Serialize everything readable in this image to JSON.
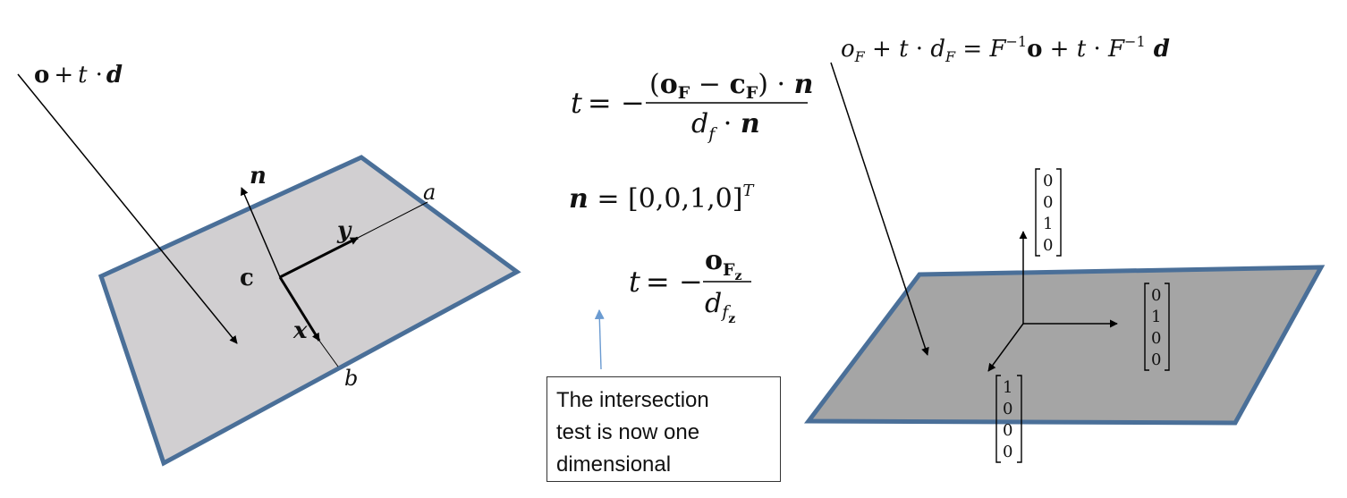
{
  "left_panel": {
    "ray_label": {
      "o": "o",
      "plus": "+",
      "t": "t",
      "dot": "·",
      "d": "d"
    },
    "normal_label": "n",
    "center_label": "c",
    "axis_x_label": "x",
    "axis_y_label": "y",
    "corner_a_label": "a",
    "corner_b_label": "b",
    "plane_fill": "#d1cfd1",
    "plane_stroke": "#4a6f98"
  },
  "middle_panel": {
    "eq1": {
      "lhs": "t",
      "eq": "= −",
      "num_open": "(",
      "o": "o",
      "sub_F": "F",
      "minus": " − ",
      "c": "c",
      "sub_F2": "F",
      "num_close": ")",
      "num_dot": " · ",
      "n": "n",
      "den_d": "d",
      "den_sub": "f",
      "den_dot": " · ",
      "den_n": "n"
    },
    "eq2": {
      "n": "n",
      "eq": " = ",
      "vector": "[0,0,1,0]",
      "sup": "T"
    },
    "eq3": {
      "lhs": "t",
      "eq": "= −",
      "num_o": "o",
      "num_sub_F": "F",
      "num_sub_z": "z",
      "den_d": "d",
      "den_sub_f": "f",
      "den_sub_z": "z"
    },
    "note_lines": [
      "The intersection",
      "test is now one",
      "dimensional"
    ],
    "arrow_color": "#6b9bd1"
  },
  "right_panel": {
    "transform_eq": {
      "o": "o",
      "sub_F": "F",
      "plus1": " + ",
      "t": "t",
      "dot1": " · ",
      "d": "d",
      "sub_F2": "F",
      "eq": " =  ",
      "Finv": "F",
      "sup_inv": "−1",
      "bo": "o",
      "plus2": " + ",
      "t2": "t",
      "dot2": "  · ",
      "Finv2": "F",
      "sup_inv2": "−1",
      "bd": " d"
    },
    "vector_up": [
      "0",
      "0",
      "1",
      "0"
    ],
    "vector_right": [
      "0",
      "1",
      "0",
      "0"
    ],
    "vector_down": [
      "1",
      "0",
      "0",
      "0"
    ],
    "plane_fill": "#a5a5a5",
    "plane_stroke": "#4a6f98"
  }
}
